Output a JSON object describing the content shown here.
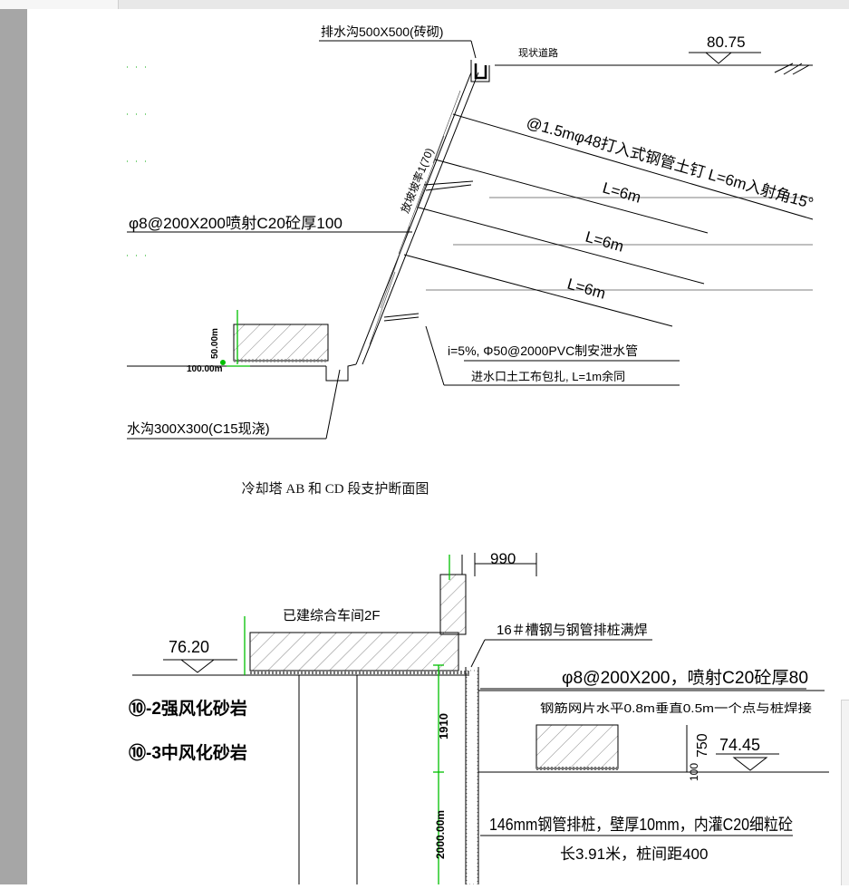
{
  "viewer": {
    "toolbar_fragment": "",
    "colors": {
      "background": "#ffffff",
      "left_bar": "#a6a6a6",
      "line": "#000000",
      "marker": "#00cc00",
      "hatch": "#555555"
    }
  },
  "drawing1": {
    "drain_label": "排水沟500X500(砖砌)",
    "road_label": "现状道路",
    "top_elevation": "80.75",
    "nail_spec": "@1.5mφ48打入式钢管土钉 L=6m入射角15°",
    "nail_length_1": "L=6m",
    "nail_length_2": "L=6m",
    "nail_length_3": "L=6m",
    "slope_label": "放坡坡率1(70)",
    "mesh_spec": "φ8@200X200喷射C20砼厚100",
    "dim_vertical": "50.00m",
    "dim_horizontal": "100.00m",
    "drain_pipe_1": "i=5%, Φ50@2000PVC制安泄水管",
    "drain_pipe_2": "进水口土工布包扎, L=1m余同",
    "ditch_label": "水沟300X300(C15现浇)",
    "caption": "冷却塔 AB 和 CD 段支护断面图"
  },
  "drawing2": {
    "dim_top": "990",
    "building_label": "已建综合车间2F",
    "left_elevation": "76.20",
    "weld_label": "16＃槽钢与钢管排桩满焊",
    "mesh_spec": "φ8@200X200，喷射C20砼厚80",
    "mesh_detail": "钢筋网片水平0.8m垂直0.5m一个点与桩焊接",
    "layer_1": "⑩-2强风化砂岩",
    "layer_2": "⑩-3中风化砂岩",
    "dim_1910": "1910",
    "dim_750": "750",
    "dim_100": "100",
    "right_elevation": "74.45",
    "dim_2000": "2000.00m",
    "pile_spec_1": "146mm钢管排桩，壁厚10mm，内灌C20细粒砼",
    "pile_spec_2": "长3.91米，桩间距400"
  }
}
